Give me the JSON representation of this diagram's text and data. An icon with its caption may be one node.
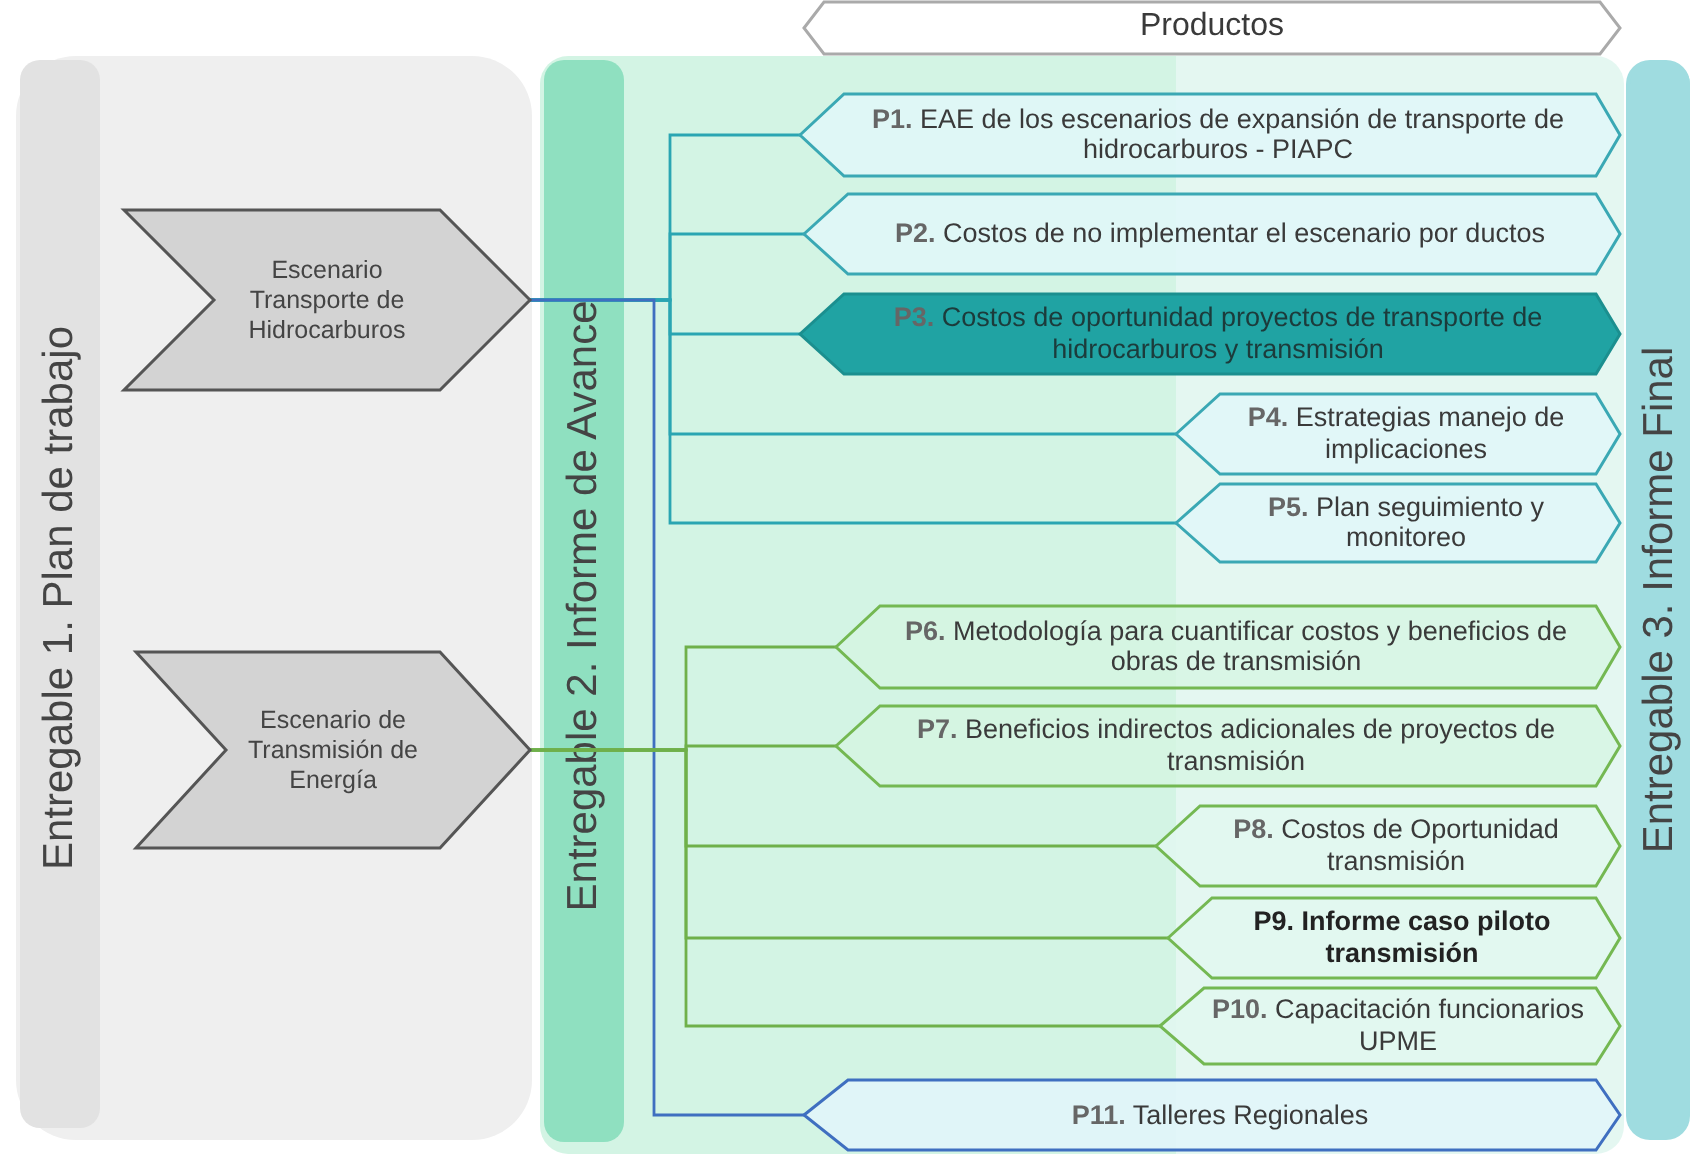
{
  "diagram": {
    "nodes": [
      {
        "text": [
          "Entregable 1. Plan de trabajo"
        ]
      },
      {
        "text": [
          "Escenario Transporte de Hidrocarburos"
        ],
        "in": 0
      },
      {
        "text": [
          "Escenario de Transmisión de Energía"
        ],
        "in": 0
      },
      {
        "text": [
          "Entregable 2. Informe de Avance"
        ]
      },
      {
        "text": [
          "Entregable 3. Informe Final"
        ]
      },
      {
        "text": [
          "Productos"
        ]
      },
      {
        "text": [
          "**P1.** EAE de los escenarios de expansión de transporte de hidrocarburos - PIAPC"
        ],
        "in": 3
      },
      {
        "text": [
          "**P2.** Costos de no implementar el escenario por ductos"
        ],
        "in": 3
      },
      {
        "text": [
          "**P3.** Costos de oportunidad proyectos de transporte de hidrocarburos y transmisión"
        ],
        "in": 3
      },
      {
        "text": [
          "**P4.** Estrategias manejo de implicaciones"
        ],
        "in": 3
      },
      {
        "text": [
          "**P5.** Plan seguimiento y monitoreo"
        ],
        "in": 3
      },
      {
        "text": [
          "**P6.** Metodología para cuantificar costos y beneficios de obras de transmisión"
        ],
        "in": 3
      },
      {
        "text": [
          "**P7.** Beneficios indirectos adicionales de proyectos de transmisión"
        ],
        "in": 3
      },
      {
        "text": [
          "**P8.** Costos de Oportunidad transmisión"
        ],
        "in": 3
      },
      {
        "text": [
          "P9. Informe caso piloto transmisión"
        ],
        "in": 3
      },
      {
        "text": [
          "**P10.** Capacitación funcionarios UPME"
        ],
        "in": 3
      },
      {
        "text": [
          "**P11.** Talleres Regionales"
        ],
        "in": 3
      }
    ],
    "edges": [
      {
        "from": 1,
        "to": 6,
        "arrow": "none"
      },
      {
        "from": 1,
        "to": 7,
        "arrow": "none"
      },
      {
        "from": 1,
        "to": 8,
        "arrow": "none"
      },
      {
        "from": 1,
        "to": 9,
        "arrow": "none"
      },
      {
        "from": 1,
        "to": 10,
        "arrow": "none"
      },
      {
        "from": 1,
        "to": 16,
        "arrow": "none",
        "color": "#3f6fc0"
      },
      {
        "from": 2,
        "to": 11,
        "arrow": "none",
        "color": "#6fb04a"
      },
      {
        "from": 2,
        "to": 12,
        "arrow": "none",
        "color": "#6fb04a"
      },
      {
        "from": 2,
        "to": 13,
        "arrow": "none",
        "color": "#6fb04a"
      },
      {
        "from": 2,
        "to": 14,
        "arrow": "none",
        "color": "#6fb04a"
      },
      {
        "from": 2,
        "to": 15,
        "arrow": "none",
        "color": "#6fb04a"
      }
    ]
  }
}
